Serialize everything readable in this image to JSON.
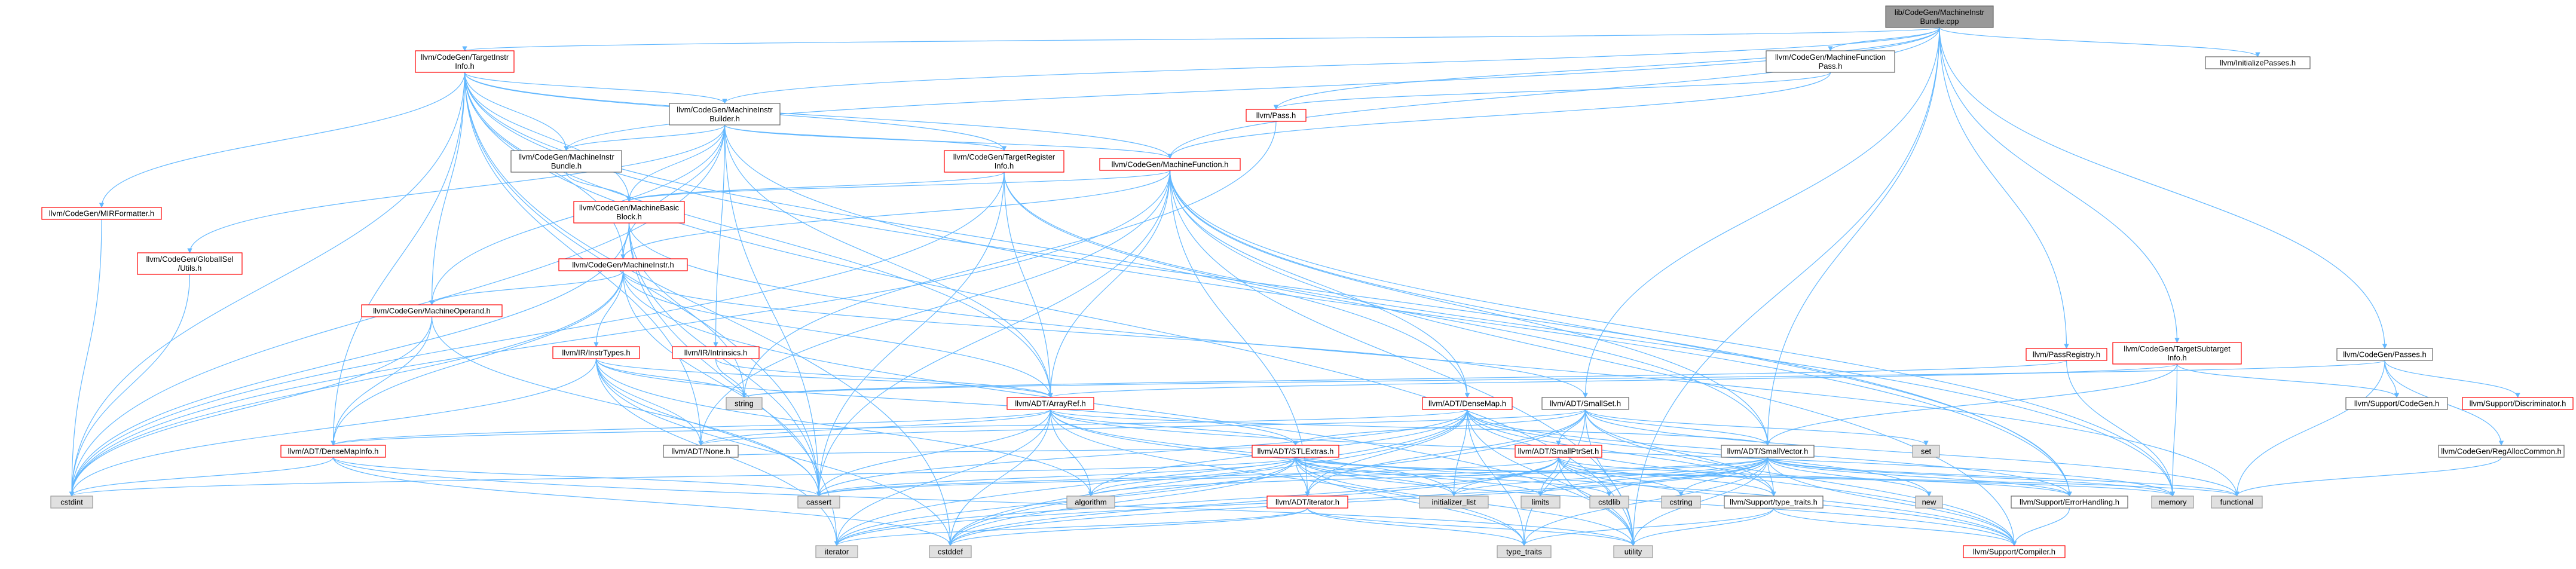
{
  "colors": {
    "edge": "#63b8ff",
    "red_border": "#ff0000",
    "gray_fill": "#e0e0e0",
    "root_fill": "#999999"
  },
  "nodes": {
    "root": {
      "lines": [
        "lib/CodeGen/MachineInstr",
        "Bundle.cpp"
      ],
      "style": "root"
    },
    "tii": {
      "lines": [
        "llvm/CodeGen/TargetInstr",
        "Info.h"
      ],
      "style": "red"
    },
    "mfp": {
      "lines": [
        "llvm/CodeGen/MachineFunction",
        "Pass.h"
      ],
      "style": "black"
    },
    "initpasses": {
      "lines": [
        "llvm/InitializePasses.h"
      ],
      "style": "black"
    },
    "mib": {
      "lines": [
        "llvm/CodeGen/MachineInstr",
        "Builder.h"
      ],
      "style": "black"
    },
    "pass": {
      "lines": [
        "llvm/Pass.h"
      ],
      "style": "red"
    },
    "mibundle": {
      "lines": [
        "llvm/CodeGen/MachineInstr",
        "Bundle.h"
      ],
      "style": "black"
    },
    "tri": {
      "lines": [
        "llvm/CodeGen/TargetRegister",
        "Info.h"
      ],
      "style": "red"
    },
    "mf": {
      "lines": [
        "llvm/CodeGen/MachineFunction.h"
      ],
      "style": "red"
    },
    "mirfmt": {
      "lines": [
        "llvm/CodeGen/MIRFormatter.h"
      ],
      "style": "red"
    },
    "globalisel": {
      "lines": [
        "llvm/CodeGen/GlobalISel",
        "/Utils.h"
      ],
      "style": "red"
    },
    "mbb": {
      "lines": [
        "llvm/CodeGen/MachineBasic",
        "Block.h"
      ],
      "style": "red"
    },
    "mi": {
      "lines": [
        "llvm/CodeGen/MachineInstr.h"
      ],
      "style": "red"
    },
    "mo": {
      "lines": [
        "llvm/CodeGen/MachineOperand.h"
      ],
      "style": "red"
    },
    "instrtypes": {
      "lines": [
        "llvm/IR/InstrTypes.h"
      ],
      "style": "red"
    },
    "intrinsics": {
      "lines": [
        "llvm/IR/Intrinsics.h"
      ],
      "style": "red"
    },
    "arrayref": {
      "lines": [
        "llvm/ADT/ArrayRef.h"
      ],
      "style": "red"
    },
    "densemap": {
      "lines": [
        "llvm/ADT/DenseMap.h"
      ],
      "style": "red"
    },
    "smallset": {
      "lines": [
        "llvm/ADT/SmallSet.h"
      ],
      "style": "black"
    },
    "passregistry": {
      "lines": [
        "llvm/PassRegistry.h"
      ],
      "style": "red"
    },
    "tsi": {
      "lines": [
        "llvm/CodeGen/TargetSubtarget",
        "Info.h"
      ],
      "style": "red"
    },
    "passes": {
      "lines": [
        "llvm/CodeGen/Passes.h"
      ],
      "style": "black"
    },
    "supportcodegen": {
      "lines": [
        "llvm/Support/CodeGen.h"
      ],
      "style": "black"
    },
    "discriminator": {
      "lines": [
        "llvm/Support/Discriminator.h"
      ],
      "style": "red"
    },
    "regalloc": {
      "lines": [
        "llvm/CodeGen/RegAllocCommon.h"
      ],
      "style": "black"
    },
    "densemapinfo": {
      "lines": [
        "llvm/ADT/DenseMapInfo.h"
      ],
      "style": "red"
    },
    "none": {
      "lines": [
        "llvm/ADT/None.h"
      ],
      "style": "black"
    },
    "stlextras": {
      "lines": [
        "llvm/ADT/STLExtras.h"
      ],
      "style": "red"
    },
    "smallptrset": {
      "lines": [
        "llvm/ADT/SmallPtrSet.h"
      ],
      "style": "red"
    },
    "smallvector": {
      "lines": [
        "llvm/ADT/SmallVector.h"
      ],
      "style": "black"
    },
    "iterator": {
      "lines": [
        "llvm/ADT/iterator.h"
      ],
      "style": "red"
    },
    "typetraits": {
      "lines": [
        "llvm/Support/type_traits.h"
      ],
      "style": "black"
    },
    "errorhandling": {
      "lines": [
        "llvm/Support/ErrorHandling.h"
      ],
      "style": "black"
    },
    "compiler": {
      "lines": [
        "llvm/Support/Compiler.h"
      ],
      "style": "red"
    },
    "string": {
      "lines": [
        "string"
      ],
      "style": "gray"
    },
    "set": {
      "lines": [
        "set"
      ],
      "style": "gray"
    },
    "cstdint": {
      "lines": [
        "cstdint"
      ],
      "style": "gray"
    },
    "cassert": {
      "lines": [
        "cassert"
      ],
      "style": "gray"
    },
    "algorithm": {
      "lines": [
        "algorithm"
      ],
      "style": "gray"
    },
    "initlist": {
      "lines": [
        "initializer_list"
      ],
      "style": "gray"
    },
    "limits": {
      "lines": [
        "limits"
      ],
      "style": "gray"
    },
    "cstdlib": {
      "lines": [
        "cstdlib"
      ],
      "style": "gray"
    },
    "cstring": {
      "lines": [
        "cstring"
      ],
      "style": "gray"
    },
    "new": {
      "lines": [
        "new"
      ],
      "style": "gray"
    },
    "memory": {
      "lines": [
        "memory"
      ],
      "style": "gray"
    },
    "functional": {
      "lines": [
        "functional"
      ],
      "style": "gray"
    },
    "cstddef": {
      "lines": [
        "cstddef"
      ],
      "style": "gray"
    },
    "iteratorstd": {
      "lines": [
        "iterator"
      ],
      "style": "gray"
    },
    "utility": {
      "lines": [
        "utility"
      ],
      "style": "gray"
    },
    "typetraitsstd": {
      "lines": [
        "type_traits"
      ],
      "style": "gray"
    }
  },
  "edges": [
    [
      "root",
      "tii"
    ],
    [
      "root",
      "mfp"
    ],
    [
      "root",
      "initpasses"
    ],
    [
      "root",
      "mib"
    ],
    [
      "root",
      "pass"
    ],
    [
      "root",
      "mf"
    ],
    [
      "root",
      "smallset"
    ],
    [
      "root",
      "smallvector"
    ],
    [
      "root",
      "passregistry"
    ],
    [
      "root",
      "tsi"
    ],
    [
      "root",
      "passes"
    ],
    [
      "root",
      "utility"
    ],
    [
      "root",
      "mibundle"
    ],
    [
      "tii",
      "mib"
    ],
    [
      "tii",
      "mibundle"
    ],
    [
      "tii",
      "tri"
    ],
    [
      "tii",
      "mf"
    ],
    [
      "tii",
      "mirfmt"
    ],
    [
      "tii",
      "mbb"
    ],
    [
      "tii",
      "mi"
    ],
    [
      "tii",
      "mo"
    ],
    [
      "tii",
      "arrayref"
    ],
    [
      "tii",
      "densemap"
    ],
    [
      "tii",
      "none"
    ],
    [
      "tii",
      "densemapinfo"
    ],
    [
      "tii",
      "cstdint"
    ],
    [
      "tii",
      "cassert"
    ],
    [
      "tii",
      "cstddef"
    ],
    [
      "tii",
      "utility"
    ],
    [
      "tii",
      "errorhandling"
    ],
    [
      "mfp",
      "mf"
    ],
    [
      "mfp",
      "pass"
    ],
    [
      "mib",
      "mibundle"
    ],
    [
      "mib",
      "mf"
    ],
    [
      "mib",
      "tri"
    ],
    [
      "mib",
      "globalisel"
    ],
    [
      "mib",
      "mbb"
    ],
    [
      "mib",
      "mi"
    ],
    [
      "mib",
      "mo"
    ],
    [
      "mib",
      "intrinsics"
    ],
    [
      "mib",
      "arrayref"
    ],
    [
      "mib",
      "cstdint"
    ],
    [
      "mib",
      "cassert"
    ],
    [
      "mib",
      "errorhandling"
    ],
    [
      "pass",
      "string"
    ],
    [
      "mibundle",
      "mbb"
    ],
    [
      "tri",
      "arrayref"
    ],
    [
      "tri",
      "mbb"
    ],
    [
      "tri",
      "cstdint"
    ],
    [
      "tri",
      "cassert"
    ],
    [
      "tri",
      "smallvector"
    ],
    [
      "tri",
      "memory"
    ],
    [
      "mf",
      "mbb"
    ],
    [
      "mf",
      "mi"
    ],
    [
      "mf",
      "arrayref"
    ],
    [
      "mf",
      "densemap"
    ],
    [
      "mf",
      "smallvector"
    ],
    [
      "mf",
      "iterator"
    ],
    [
      "mf",
      "cassert"
    ],
    [
      "mf",
      "cstdint"
    ],
    [
      "mf",
      "memory"
    ],
    [
      "mf",
      "utility"
    ],
    [
      "mf",
      "compiler"
    ],
    [
      "mf",
      "none"
    ],
    [
      "mf",
      "errorhandling"
    ],
    [
      "mirfmt",
      "cstdint"
    ],
    [
      "globalisel",
      "cstdint"
    ],
    [
      "mbb",
      "mi"
    ],
    [
      "mbb",
      "cassert"
    ],
    [
      "mbb",
      "cstdint"
    ],
    [
      "mbb",
      "iteratorstd"
    ],
    [
      "mbb",
      "string"
    ],
    [
      "mbb",
      "functional"
    ],
    [
      "mi",
      "mo"
    ],
    [
      "mi",
      "instrtypes"
    ],
    [
      "mi",
      "arrayref"
    ],
    [
      "mi",
      "densemapinfo"
    ],
    [
      "mi",
      "smallset"
    ],
    [
      "mi",
      "cassert"
    ],
    [
      "mi",
      "cstdint"
    ],
    [
      "mi",
      "utility"
    ],
    [
      "mo",
      "densemapinfo"
    ],
    [
      "mo",
      "cassert"
    ],
    [
      "mo",
      "cstdint"
    ],
    [
      "instrtypes",
      "arrayref"
    ],
    [
      "instrtypes",
      "none"
    ],
    [
      "instrtypes",
      "stlextras"
    ],
    [
      "instrtypes",
      "string"
    ],
    [
      "instrtypes",
      "cassert"
    ],
    [
      "instrtypes",
      "cstddef"
    ],
    [
      "instrtypes",
      "cstdint"
    ],
    [
      "instrtypes",
      "iteratorstd"
    ],
    [
      "instrtypes",
      "algorithm"
    ],
    [
      "intrinsics",
      "arrayref"
    ],
    [
      "intrinsics",
      "string"
    ],
    [
      "arrayref",
      "densemapinfo"
    ],
    [
      "arrayref",
      "none"
    ],
    [
      "arrayref",
      "stlextras"
    ],
    [
      "arrayref",
      "smallvector"
    ],
    [
      "arrayref",
      "compiler"
    ],
    [
      "arrayref",
      "algorithm"
    ],
    [
      "arrayref",
      "cassert"
    ],
    [
      "arrayref",
      "cstddef"
    ],
    [
      "arrayref",
      "initlist"
    ],
    [
      "arrayref",
      "iteratorstd"
    ],
    [
      "arrayref",
      "memory"
    ],
    [
      "arrayref",
      "typetraitsstd"
    ],
    [
      "arrayref",
      "vector_none"
    ],
    [
      "densemap",
      "densemapinfo"
    ],
    [
      "densemap",
      "iterator"
    ],
    [
      "densemap",
      "typetraits"
    ],
    [
      "densemap",
      "errorhandling"
    ],
    [
      "densemap",
      "algorithm"
    ],
    [
      "densemap",
      "cassert"
    ],
    [
      "densemap",
      "cstddef"
    ],
    [
      "densemap",
      "initlist"
    ],
    [
      "densemap",
      "iteratorstd"
    ],
    [
      "densemap",
      "new"
    ],
    [
      "densemap",
      "typetraitsstd"
    ],
    [
      "densemap",
      "utility"
    ],
    [
      "densemap",
      "compiler"
    ],
    [
      "smallset",
      "smallptrset"
    ],
    [
      "smallset",
      "smallvector"
    ],
    [
      "smallset",
      "none"
    ],
    [
      "smallset",
      "stlextras"
    ],
    [
      "smallset",
      "iterator"
    ],
    [
      "smallset",
      "compiler"
    ],
    [
      "smallset",
      "typetraits"
    ],
    [
      "smallset",
      "cstddef"
    ],
    [
      "smallset",
      "functional"
    ],
    [
      "smallset",
      "set"
    ],
    [
      "smallset",
      "typetraitsstd"
    ],
    [
      "smallset",
      "utility"
    ],
    [
      "passregistry",
      "string"
    ],
    [
      "passregistry",
      "memory"
    ],
    [
      "tsi",
      "arrayref"
    ],
    [
      "tsi",
      "smallvector"
    ],
    [
      "tsi",
      "supportcodegen"
    ],
    [
      "tsi",
      "memory"
    ],
    [
      "tsi",
      "vector_none"
    ],
    [
      "passes",
      "supportcodegen"
    ],
    [
      "passes",
      "discriminator"
    ],
    [
      "passes",
      "regalloc"
    ],
    [
      "passes",
      "functional"
    ],
    [
      "passes",
      "string"
    ],
    [
      "regalloc",
      "functional"
    ],
    [
      "densemapinfo",
      "cassert"
    ],
    [
      "densemapinfo",
      "cstddef"
    ],
    [
      "densemapinfo",
      "cstdint"
    ],
    [
      "densemapinfo",
      "utility"
    ],
    [
      "stlextras",
      "none"
    ],
    [
      "stlextras",
      "iterator"
    ],
    [
      "stlextras",
      "compiler"
    ],
    [
      "stlextras",
      "algorithm"
    ],
    [
      "stlextras",
      "cassert"
    ],
    [
      "stlextras",
      "cstddef"
    ],
    [
      "stlextras",
      "cstdint"
    ],
    [
      "stlextras",
      "cstdlib"
    ],
    [
      "stlextras",
      "functional"
    ],
    [
      "stlextras",
      "initlist"
    ],
    [
      "stlextras",
      "iteratorstd"
    ],
    [
      "stlextras",
      "limits"
    ],
    [
      "stlextras",
      "memory"
    ],
    [
      "stlextras",
      "typetraitsstd"
    ],
    [
      "stlextras",
      "utility"
    ],
    [
      "smallptrset",
      "errorhandling"
    ],
    [
      "smallptrset",
      "typetraits"
    ],
    [
      "smallptrset",
      "cassert"
    ],
    [
      "smallptrset",
      "cstddef"
    ],
    [
      "smallptrset",
      "cstdlib"
    ],
    [
      "smallptrset",
      "cstring"
    ],
    [
      "smallptrset",
      "initlist"
    ],
    [
      "smallptrset",
      "iteratorstd"
    ],
    [
      "smallptrset",
      "utility"
    ],
    [
      "smallptrset",
      "compiler"
    ],
    [
      "smallptrset",
      "limits"
    ],
    [
      "smallvector",
      "compiler"
    ],
    [
      "smallvector",
      "typetraits"
    ],
    [
      "smallvector",
      "algorithm"
    ],
    [
      "smallvector",
      "cassert"
    ],
    [
      "smallvector",
      "cstddef"
    ],
    [
      "smallvector",
      "cstdlib"
    ],
    [
      "smallvector",
      "cstring"
    ],
    [
      "smallvector",
      "functional"
    ],
    [
      "smallvector",
      "initlist"
    ],
    [
      "smallvector",
      "iteratorstd"
    ],
    [
      "smallvector",
      "limits"
    ],
    [
      "smallvector",
      "memory"
    ],
    [
      "smallvector",
      "new"
    ],
    [
      "smallvector",
      "typetraitsstd"
    ],
    [
      "smallvector",
      "utility"
    ],
    [
      "smallvector",
      "errorhandling"
    ],
    [
      "iterator",
      "cstddef"
    ],
    [
      "iterator",
      "iteratorstd"
    ],
    [
      "iterator",
      "typetraitsstd"
    ],
    [
      "iterator",
      "utility"
    ],
    [
      "typetraits",
      "typetraitsstd"
    ],
    [
      "typetraits",
      "utility"
    ],
    [
      "typetraits",
      "compiler"
    ],
    [
      "errorhandling",
      "compiler"
    ]
  ]
}
